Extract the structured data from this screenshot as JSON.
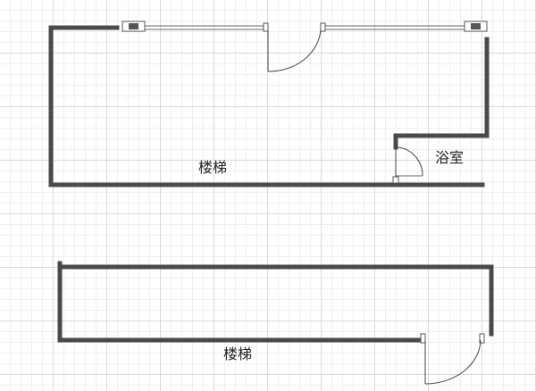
{
  "labels": {
    "upper_stairs": "楼梯",
    "bathroom": "浴室",
    "lower_stairs": "楼梯"
  },
  "colors": {
    "wall": "#4a4a4a",
    "grid": "#d9d9d9",
    "background": "#ffffff"
  }
}
